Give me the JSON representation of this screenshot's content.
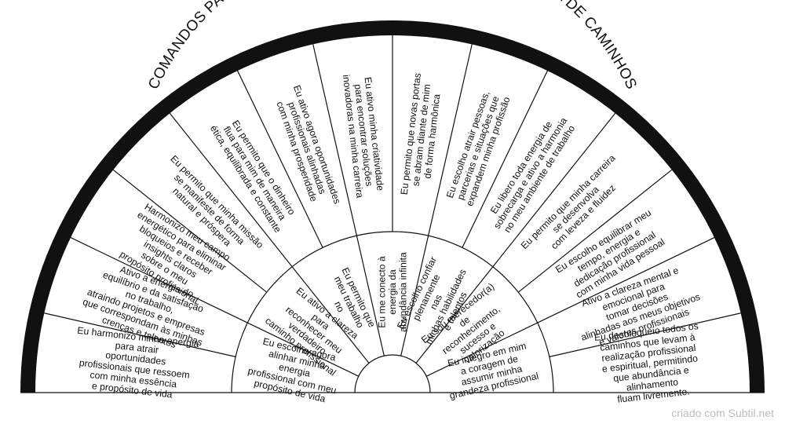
{
  "title": "COMANDOS PARA HARMONIZAÇÃO PROFISSIONAL E ABERTURA DE CAMINHOS",
  "credit": "criado com Subtil.net",
  "colors": {
    "ink": "#111111",
    "background": "#ffffff",
    "credit": "#bdbdbd"
  },
  "outer_ring": [
    [
      "Eu harmonizo minha energia",
      "para atrair",
      "oportunidades",
      "profissionais que ressoem",
      "com minha essência",
      "e propósito de vida"
    ],
    [
      "Ativo a energia do",
      "equilíbrio e da satisfação",
      "no trabalho,",
      "atraindo projetos e empresas",
      "que correspondam às minhas",
      "crenças e talentos"
    ],
    [
      "Harmonizo meu campo",
      "energético para eliminar",
      "bloqueios e receber",
      "insights claros",
      "sobre o meu",
      "propósito profissional"
    ],
    [
      "Eu permito que minha missão",
      "se manifeste de forma",
      "natural e próspera"
    ],
    [
      "Eu permito que o dinheiro",
      "flua para mim de maneira",
      "ética, equilibrada e constante"
    ],
    [
      "Eu ativo agora oportunidades",
      "profissionais alinhadas",
      "com minha prosperidade"
    ],
    [
      "Eu ativo minha criatividade",
      "para encontrar soluções",
      "inovadoras na minha carreira"
    ],
    [
      "Eu permito que novas portas",
      "se abram diante de mim",
      "de forma harmônica"
    ],
    [
      "Eu escolho atrair pessoas,",
      "parcerias e situações que",
      "expandem minha profissão"
    ],
    [
      "Eu libero toda energia de",
      "sobrecarga e ativo a harmonia",
      "no meu ambiente de trabalho"
    ],
    [
      "Eu permito que minha carreira",
      "se desenvolva",
      "com leveza e fluidez"
    ],
    [
      "Eu escolho equilibrar meu",
      "tempo, energia e",
      "dedicação profissional",
      "com minha vida pessoal"
    ],
    [
      "Ativo a clareza mental e",
      "emocional para",
      "tomar decisões",
      "alinhadas aos meus objetivos",
      "e valores profissionais"
    ],
    [
      "Eu desbloqueio todos os",
      "caminhos que levam à",
      "realização profissional",
      "e espiritual, permitindo",
      "que abundância e",
      "alinhamento",
      "fluam livremente."
    ]
  ],
  "inner_ring": [
    [
      "Eu escolho agora",
      "alinhar minha",
      "energia",
      "profissional com meu",
      "propósito de vida"
    ],
    [
      "Eu ativo a clareza",
      "para",
      "reconhecer meu",
      "verdadeiro",
      "caminho profissional"
    ],
    [
      "Eu permito que",
      "meu trabalho",
      "no"
    ],
    [
      "Eu me conecto à",
      "energia da",
      "abundância infinita"
    ],
    [
      "Eu escolho confiar",
      "plenamente",
      "nas",
      "minhas habilidades",
      "e talentos"
    ],
    [
      "Eu sou merecedor(a)",
      "de",
      "reconhecimento,",
      "sucesso e",
      "valorização"
    ],
    [
      "Eu integro em mim",
      "a coragem de",
      "assumir minha",
      "grandeza profissional"
    ]
  ]
}
